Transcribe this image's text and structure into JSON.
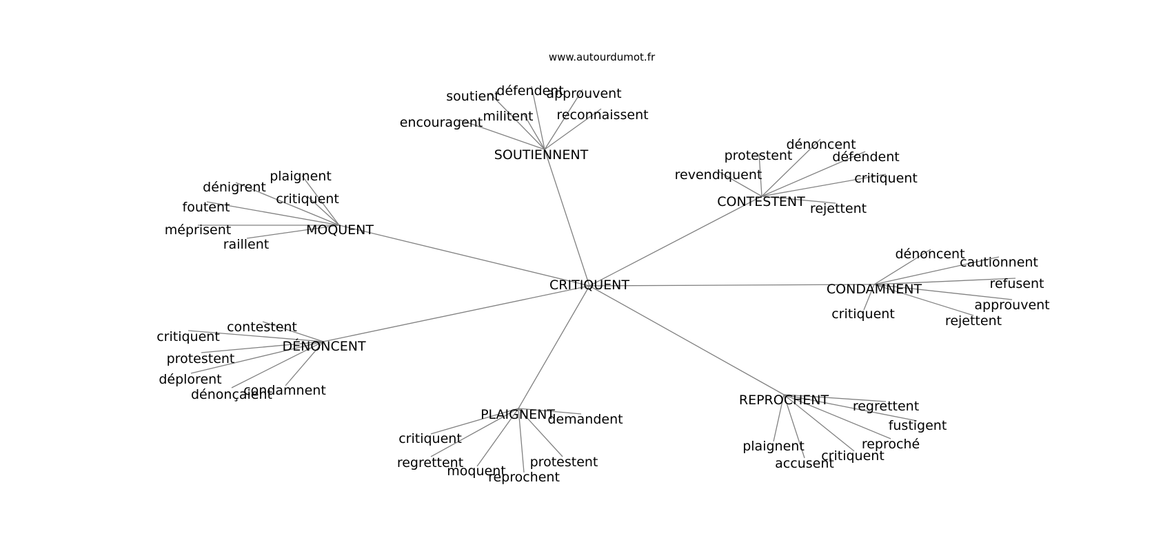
{
  "source": "www.autourdumot.fr",
  "graph": {
    "center": "CRITIQUENT",
    "clusters": [
      {
        "hub": "SOUTIENNENT",
        "words": [
          "soutient",
          "défendent",
          "approuvent",
          "militent",
          "reconnaissent",
          "encouragent"
        ]
      },
      {
        "hub": "CONTESTENT",
        "words": [
          "dénoncent",
          "protestent",
          "défendent",
          "revendiquent",
          "critiquent",
          "rejettent"
        ]
      },
      {
        "hub": "MOQUENT",
        "words": [
          "plaignent",
          "dénigrent",
          "critiquent",
          "foutent",
          "méprisent",
          "raillent"
        ]
      },
      {
        "hub": "CONDAMNENT",
        "words": [
          "dénoncent",
          "cautionnent",
          "refusent",
          "approuvent",
          "critiquent",
          "rejettent"
        ]
      },
      {
        "hub": "DÉNONCENT",
        "words": [
          "contestent",
          "critiquent",
          "protestent",
          "déplorent",
          "dénonçaient",
          "condamnent"
        ]
      },
      {
        "hub": "PLAIGNENT",
        "words": [
          "demandent",
          "critiquent",
          "regrettent",
          "moquent",
          "reprochent",
          "protestent"
        ]
      },
      {
        "hub": "REPROCHENT",
        "words": [
          "regrettent",
          "fustigent",
          "plaignent",
          "reproché",
          "critiquent",
          "accusent"
        ]
      }
    ]
  }
}
